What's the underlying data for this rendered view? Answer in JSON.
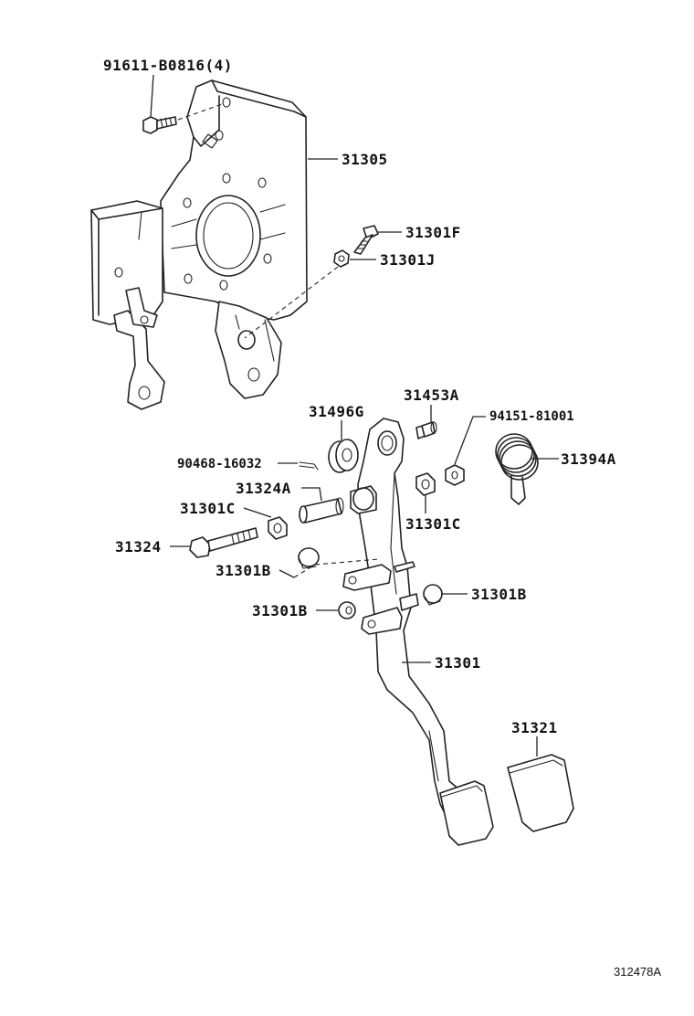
{
  "labels": {
    "bolt_top": "91611-B0816(4)",
    "bracket": "31305",
    "bolt_f": "31301F",
    "nut_j": "31301J",
    "bushing_g": "31496G",
    "pin_a": "31453A",
    "clip_94151": "94151-81001",
    "spring": "31394A",
    "cotter": "90468-16032",
    "collar": "31324A",
    "bush_c_left": "31301C",
    "bush_c_right": "31301C",
    "bolt_31324": "31324",
    "stop_b_1": "31301B",
    "stop_b_2": "31301B",
    "stop_b_3": "31301B",
    "pedal_arm": "31301",
    "pedal_pad": "31321"
  },
  "reference": "312478A"
}
